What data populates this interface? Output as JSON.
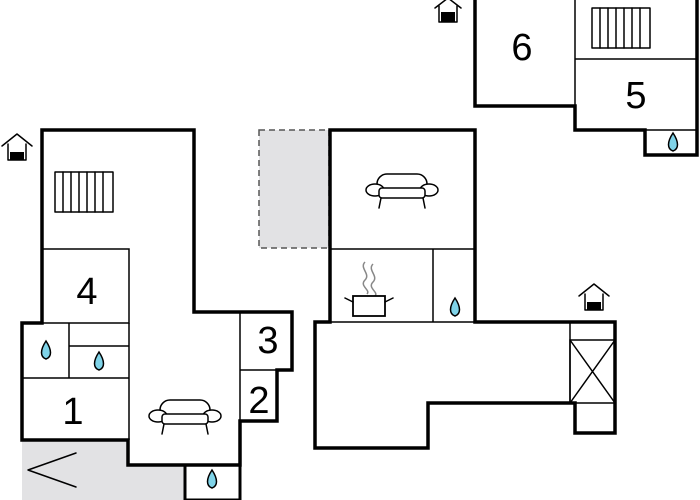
{
  "diagram": {
    "background": "#ffffff",
    "wall_color": "#000000",
    "terrace_color": "#e2e2e4",
    "water_color": "#7fd3e8",
    "room_numbers": [
      "1",
      "2",
      "3",
      "4",
      "5",
      "6"
    ],
    "icons": [
      "entrance-icon",
      "radiator-icon",
      "bathroom-icon",
      "sofa-icon",
      "kitchen-icon",
      "stairs-icon"
    ]
  }
}
